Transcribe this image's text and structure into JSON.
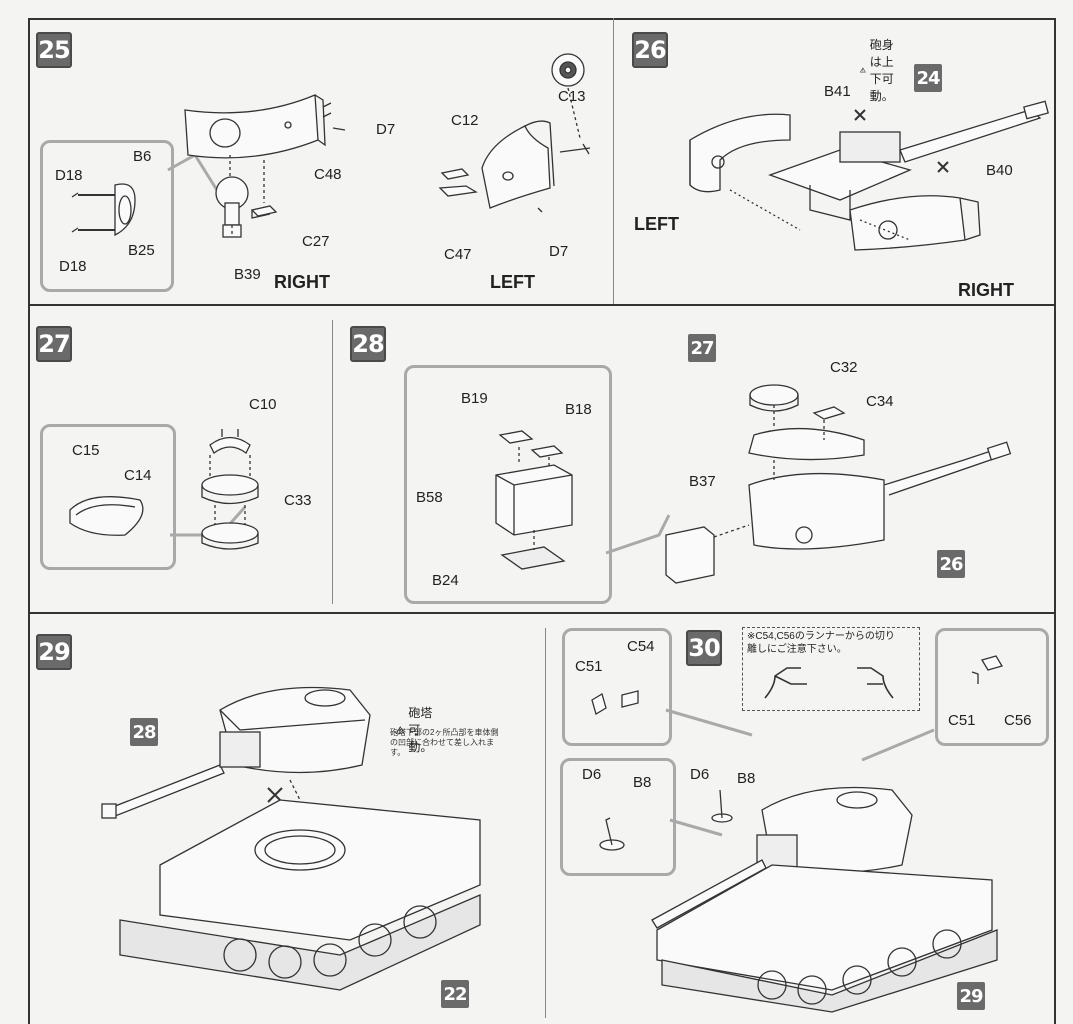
{
  "steps": {
    "s25": {
      "number": "25",
      "labels": {
        "D7_a": "D7",
        "C48": "C48",
        "B6": "B6",
        "D18_a": "D18",
        "D18_b": "D18",
        "B25": "B25",
        "C27": "C27",
        "B39": "B39",
        "C12": "C12",
        "C13": "C13",
        "C47": "C47",
        "D7_b": "D7"
      },
      "right": "RIGHT",
      "left": "LEFT"
    },
    "s26": {
      "number": "26",
      "ref": "24",
      "warning": "砲身は上下可動。",
      "labels": {
        "B41": "B41",
        "B40": "B40"
      },
      "left": "LEFT",
      "right": "RIGHT"
    },
    "s27": {
      "number": "27",
      "labels": {
        "C10": "C10",
        "C15": "C15",
        "C14": "C14",
        "C33": "C33"
      }
    },
    "s28": {
      "number": "28",
      "ref_top": "27",
      "ref_bottom": "26",
      "labels": {
        "B19": "B19",
        "B18": "B18",
        "B58": "B58",
        "B24": "B24",
        "C32": "C32",
        "C34": "C34",
        "B37": "B37"
      }
    },
    "s29": {
      "number": "29",
      "ref_gun": "28",
      "ref_hull": "22",
      "warning": "砲塔可動。",
      "note": "砲塔下部の2ヶ所凸部を車体側の凹部に合わせて差し入れます。"
    },
    "s30": {
      "number": "30",
      "ref_hull": "29",
      "caution": "※C54,C56のランナーからの切り離しにご注意下さい。",
      "labels": {
        "C51_a": "C51",
        "C54": "C54",
        "C51_b": "C51",
        "C56": "C56",
        "D6_a": "D6",
        "B8_a": "B8",
        "D6_b": "D6",
        "B8_b": "B8"
      }
    }
  }
}
